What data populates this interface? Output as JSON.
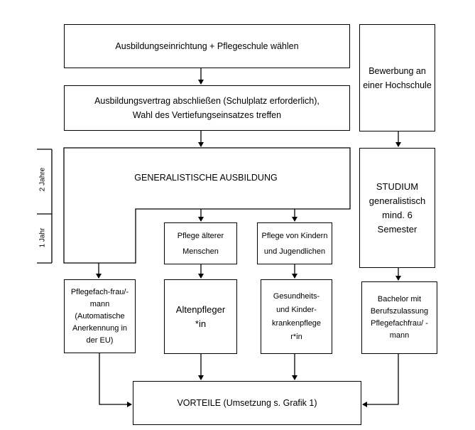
{
  "nodes": {
    "wahl": "Ausbildungseinrichtung + Pflegeschule wählen",
    "vertrag_line1": "Ausbildungsvertrag abschließen (Schulplatz erforderlich),",
    "vertrag_line2": "Wahl des Vertiefungseinsatzes treffen",
    "general": "GENERALISTISCHE AUSBILDUNG",
    "bewerbung": "Bewerbung an einer Hochschule",
    "studium": "STUDIUM generalistisch mind. 6 Semester",
    "pflege_aelter": "Pflege älterer Menschen",
    "pflege_kinder": "Pflege von Kindern und Jugendlichen",
    "pflegefach": "Pflegefach-frau/-mann (Automatische Anerkennung in der EU)",
    "altenpfleger": "Altenpfleger *in",
    "gesundheit": "Gesundheits- und Kinder-krankenpflege r*in",
    "bachelor": "Bachelor mit Berufszulassung Pflegefachfrau/ -mann",
    "vorteile": "VORTEILE (Umsetzung s. Grafik 1)"
  },
  "timeline": {
    "years2": "2 Jahre",
    "years1": "1 Jahr"
  }
}
